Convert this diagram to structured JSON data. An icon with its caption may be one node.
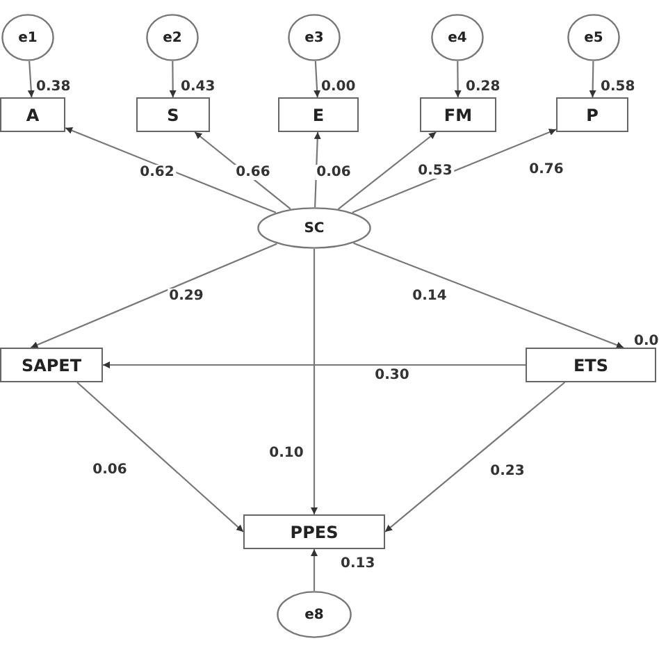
{
  "diagram": {
    "nodes": [
      {
        "text": [
          "e1"
        ]
      },
      {
        "text": [
          "e2"
        ]
      },
      {
        "text": [
          "e3"
        ]
      },
      {
        "text": [
          "e4"
        ]
      },
      {
        "text": [
          "e5"
        ]
      },
      {
        "text": [
          "A"
        ],
        "beside": [
          "0.38"
        ]
      },
      {
        "text": [
          "S"
        ],
        "beside": [
          "0.43"
        ]
      },
      {
        "text": [
          "E"
        ],
        "beside": [
          "0.00"
        ]
      },
      {
        "text": [
          "FM"
        ],
        "beside": [
          "0.28"
        ]
      },
      {
        "text": [
          "P"
        ],
        "beside": [
          "0.58"
        ]
      },
      {
        "text": [
          "SC"
        ]
      },
      {
        "text": [
          "SAPET"
        ]
      },
      {
        "text": [
          "ETS"
        ],
        "beside": [
          "0.0"
        ]
      },
      {
        "text": [
          "PPES"
        ],
        "beside": [
          "0.13"
        ]
      },
      {
        "text": [
          "e8"
        ]
      }
    ],
    "edges": [
      {
        "from": 0,
        "to": 5,
        "arrow": "to"
      },
      {
        "from": 1,
        "to": 6,
        "arrow": "to"
      },
      {
        "from": 2,
        "to": 7,
        "arrow": "to"
      },
      {
        "from": 3,
        "to": 8,
        "arrow": "to"
      },
      {
        "from": 4,
        "to": 9,
        "arrow": "to"
      },
      {
        "from": 10,
        "to": 5,
        "arrow": "to",
        "label": "0.62"
      },
      {
        "from": 10,
        "to": 6,
        "arrow": "to",
        "label": "0.66"
      },
      {
        "from": 10,
        "to": 7,
        "arrow": "to",
        "label": "0.06"
      },
      {
        "from": 10,
        "to": 8,
        "arrow": "to",
        "label": "0.53"
      },
      {
        "from": 10,
        "to": 9,
        "arrow": "to",
        "label": "0.76"
      },
      {
        "from": 10,
        "to": 11,
        "arrow": "to",
        "label": "0.29"
      },
      {
        "from": 10,
        "to": 12,
        "arrow": "to",
        "label": "0.14"
      },
      {
        "from": 12,
        "to": 11,
        "arrow": "to",
        "label": "0.30"
      },
      {
        "from": 11,
        "to": 13,
        "arrow": "to",
        "label": "0.06"
      },
      {
        "from": 10,
        "to": 13,
        "arrow": "to",
        "label": "0.10"
      },
      {
        "from": 12,
        "to": 13,
        "arrow": "to",
        "label": "0.23"
      },
      {
        "from": 14,
        "to": 13,
        "arrow": "to"
      }
    ]
  }
}
